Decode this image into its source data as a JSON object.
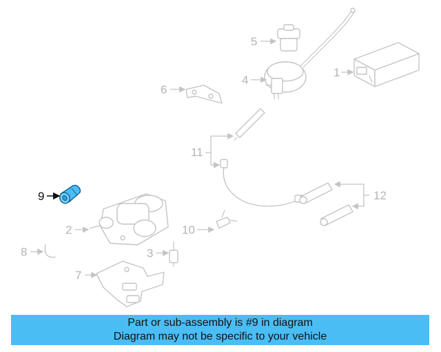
{
  "highlight_color": "#4bbdf5",
  "callouts": {
    "c1": "1",
    "c2": "2",
    "c3": "3",
    "c4": "4",
    "c5": "5",
    "c6": "6",
    "c7": "7",
    "c8": "8",
    "c9": "9",
    "c10": "10",
    "c11": "11",
    "c12": "12"
  },
  "banner": {
    "line1": "Part or sub-assembly is #9 in diagram",
    "line2": "Diagram may not be specific to your vehicle"
  }
}
